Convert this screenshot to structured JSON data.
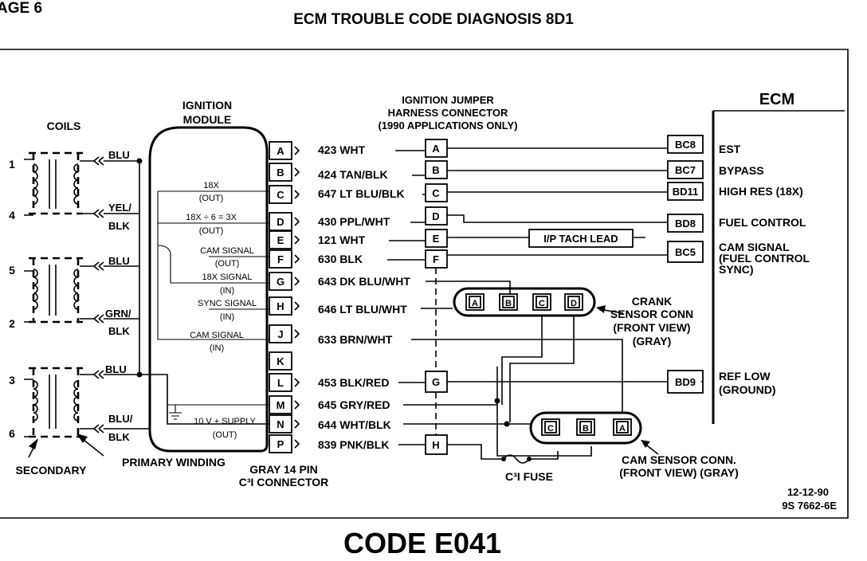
{
  "header": {
    "page_label": "AGE 6",
    "title": "ECM TROUBLE CODE DIAGNOSIS 8D1",
    "code": "CODE E041"
  },
  "ecm": {
    "label": "ECM",
    "terminals": [
      {
        "pin": "BC8",
        "name": "EST"
      },
      {
        "pin": "BC7",
        "name": "BYPASS"
      },
      {
        "pin": "BD11",
        "name": "HIGH RES (18X)"
      },
      {
        "pin": "BD8",
        "name": "FUEL CONTROL"
      },
      {
        "pin": "BC5",
        "name": "CAM SIGNAL",
        "name2": "(FUEL CONTROL",
        "name3": "SYNC)"
      },
      {
        "pin": "BD9",
        "name": "REF LOW",
        "name2": "(GROUND)"
      }
    ]
  },
  "coils": {
    "label": "COILS",
    "numbers": [
      "1",
      "4",
      "5",
      "2",
      "3",
      "6"
    ],
    "wires": [
      "BLU",
      "YEL/",
      "BLK",
      "BLU",
      "GRN/",
      "BLK",
      "BLU",
      "BLU/",
      "BLK"
    ],
    "secondary": "SECONDARY",
    "primary": "PRIMARY WINDING"
  },
  "ignition_module": {
    "label1": "IGNITION",
    "label2": "MODULE",
    "signals": [
      {
        "l1": "18X",
        "l2": "(OUT)"
      },
      {
        "l1": "18X ÷ 6 = 3X",
        "l2": "(OUT)"
      },
      {
        "l1": "CAM SIGNAL",
        "l2": "(OUT)"
      },
      {
        "l1": "18X SIGNAL",
        "l2": "(IN)"
      },
      {
        "l1": "SYNC SIGNAL",
        "l2": "(IN)"
      },
      {
        "l1": "CAM SIGNAL",
        "l2": "(IN)"
      },
      {
        "l1": "10 V + SUPPLY",
        "l2": "(OUT)"
      }
    ]
  },
  "connector": {
    "label1": "GRAY 14 PIN",
    "label2": "C³I CONNECTOR",
    "pins": [
      "A",
      "B",
      "C",
      "D",
      "E",
      "F",
      "G",
      "H",
      "J",
      "K",
      "L",
      "M",
      "N",
      "P"
    ]
  },
  "circuits": [
    {
      "pin": "A",
      "wire": "423 WHT"
    },
    {
      "pin": "B",
      "wire": "424 TAN/BLK"
    },
    {
      "pin": "C",
      "wire": "647 LT BLU/BLK"
    },
    {
      "pin": "D",
      "wire": "430 PPL/WHT"
    },
    {
      "pin": "E",
      "wire": "121 WHT"
    },
    {
      "pin": "F",
      "wire": "630 BLK"
    },
    {
      "pin": "G",
      "wire": "643 DK BLU/WHT"
    },
    {
      "pin": "H",
      "wire": "646 LT BLU/WHT"
    },
    {
      "pin": "J",
      "wire": "633 BRN/WHT"
    },
    {
      "pin": "L",
      "wire": "453 BLK/RED"
    },
    {
      "pin": "M",
      "wire": "645 GRY/RED"
    },
    {
      "pin": "N",
      "wire": "644 WHT/BLK"
    },
    {
      "pin": "P",
      "wire": "839 PNK/BLK"
    }
  ],
  "jumper": {
    "label1": "IGNITION JUMPER",
    "label2": "HARNESS CONNECTOR",
    "label3": "(1990 APPLICATIONS ONLY)",
    "pins": [
      "A",
      "B",
      "C",
      "D",
      "E",
      "F",
      "G",
      "H"
    ]
  },
  "tach_lead": "I/P TACH LEAD",
  "crank_sensor": {
    "pins": [
      "A",
      "B",
      "C",
      "D"
    ],
    "l1": "CRANK",
    "l2": "SENSOR CONN",
    "l3": "(FRONT VIEW)",
    "l4": "(GRAY)"
  },
  "cam_sensor": {
    "pins": [
      "C",
      "B",
      "A"
    ],
    "l1": "CAM SENSOR CONN.",
    "l2": "(FRONT VIEW) (GRAY)"
  },
  "fuse_label": "C³I  FUSE",
  "footer": {
    "date": "12-12-90",
    "ref": "9S 7662-6E"
  }
}
